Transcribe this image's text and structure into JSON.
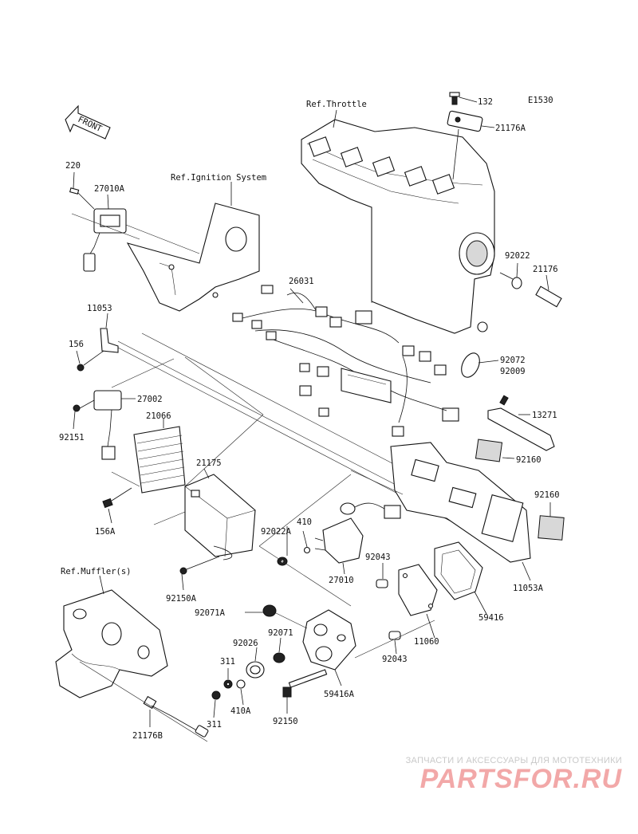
{
  "diagram": {
    "code": "E1530",
    "front_label": "FRONT",
    "refs": {
      "throttle": "Ref.Throttle",
      "ignition": "Ref.Ignition System",
      "muffler": "Ref.Muffler(s)"
    },
    "parts": {
      "p132": "132",
      "p21176A": "21176A",
      "p220": "220",
      "p27010A": "27010A",
      "p92022": "92022",
      "p21176": "21176",
      "p26031": "26031",
      "p11053": "11053",
      "p156": "156",
      "p27002": "27002",
      "p92072": "92072",
      "p92009": "92009",
      "p92151": "92151",
      "p21066": "21066",
      "p13271": "13271",
      "p21175": "21175",
      "p92160a": "92160",
      "p92160b": "92160",
      "p156A": "156A",
      "p410": "410",
      "p92022A": "92022A",
      "p92043a": "92043",
      "p27010": "27010",
      "p11053A": "11053A",
      "p92150A": "92150A",
      "p59416": "59416",
      "p92071A": "92071A",
      "p92071": "92071",
      "p11060": "11060",
      "p92026": "92026",
      "p92043b": "92043",
      "p311a": "311",
      "p410A": "410A",
      "p59416A": "59416A",
      "p92150": "92150",
      "p311b": "311",
      "p21176B": "21176B"
    }
  },
  "watermark": {
    "tagline": "ЗАПЧАСТИ И АКСЕССУАРЫ ДЛЯ МОТОТЕХНИКИ",
    "brand": "PARTSFOR.RU"
  }
}
